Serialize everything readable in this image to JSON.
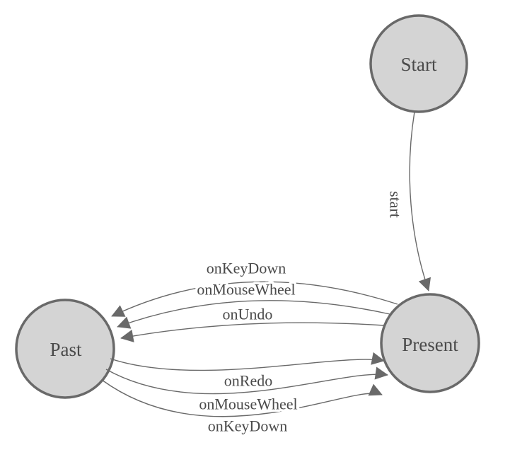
{
  "diagram": {
    "type": "state-machine",
    "nodes": [
      {
        "id": "start",
        "label": "Start"
      },
      {
        "id": "past",
        "label": "Past"
      },
      {
        "id": "present",
        "label": "Present"
      }
    ],
    "edges": [
      {
        "id": "start-to-present",
        "label": "start",
        "from": "Start",
        "to": "Present"
      },
      {
        "id": "present-to-past-onkeydown",
        "label": "onKeyDown",
        "from": "Present",
        "to": "Past"
      },
      {
        "id": "present-to-past-onmousewheel",
        "label": "onMouseWheel",
        "from": "Present",
        "to": "Past"
      },
      {
        "id": "present-to-past-onundo",
        "label": "onUndo",
        "from": "Present",
        "to": "Past"
      },
      {
        "id": "past-to-present-onredo",
        "label": "onRedo",
        "from": "Past",
        "to": "Present"
      },
      {
        "id": "past-to-present-onmousewheel",
        "label": "onMouseWheel",
        "from": "Past",
        "to": "Present"
      },
      {
        "id": "past-to-present-onkeydown",
        "label": "onKeyDown",
        "from": "Past",
        "to": "Present"
      }
    ],
    "colors": {
      "background": "#ffffff",
      "node_fill": "#d4d4d4",
      "node_stroke": "#696969",
      "edge_stroke": "#696969",
      "arrow_fill": "#696969",
      "label_text": "#4a4a4a"
    }
  }
}
